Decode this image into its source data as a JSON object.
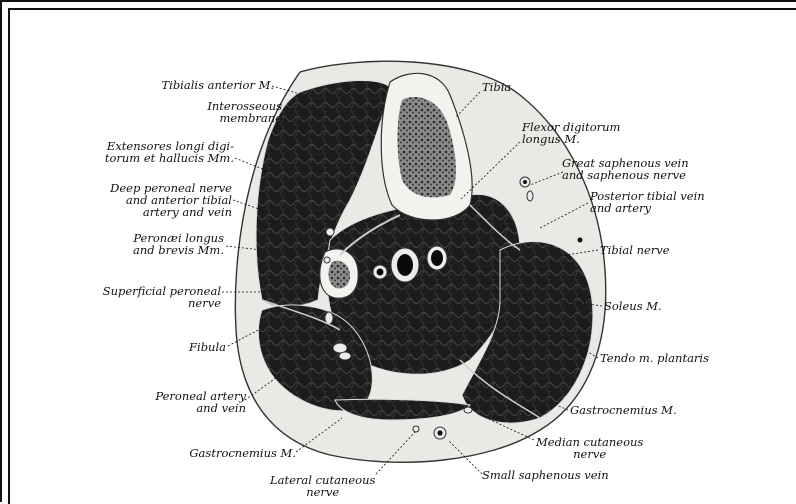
{
  "labels": {
    "tibialis_anterior": "Tibialis anterior M.",
    "interosseous_1": "Interosseous",
    "interosseous_2": "membrane",
    "extensores_1": "Extensores longi digi-",
    "extensores_2": "torum et hallucis Mm.",
    "deep_peroneal_1": "Deep peroneal nerve",
    "deep_peroneal_2": "and anterior tibial",
    "deep_peroneal_3": "artery and vein",
    "peronaei_1": "Peronæi longus",
    "peronaei_2": "and brevis Mm.",
    "superficial_peroneal_1": "Superficial peroneal",
    "superficial_peroneal_2": "nerve",
    "fibula": "Fibula",
    "peroneal_artery_1": "Peroneal artery",
    "peroneal_artery_2": "and vein",
    "gastrocnemius_left": "Gastrocnemius M.",
    "lateral_cutaneous_1": "Lateral cutaneous",
    "lateral_cutaneous_2": "nerve",
    "tibia": "Tibia",
    "flexor_digitorum_1": "Flexor digitorum",
    "flexor_digitorum_2": "longus M.",
    "great_saphenous_1": "Great saphenous vein",
    "great_saphenous_2": "and saphenous nerve",
    "posterior_tibial_1": "Posterior tibial vein",
    "posterior_tibial_2": "and artery",
    "tibial_nerve": "Tibial nerve",
    "soleus": "Soleus M.",
    "tendo_plantaris": "Tendo m. plantaris",
    "gastrocnemius_right": "Gastrocnemius M.",
    "median_cutaneous_1": "Median cutaneous",
    "median_cutaneous_2": "nerve",
    "small_saphenous": "Small saphenous vein"
  },
  "colors": {
    "muscle": "#1a1a1a",
    "skin": "#e9e9e6",
    "bone": "#f2f2ee",
    "marrow": "#3a3a3a",
    "septum": "#cfcfcf",
    "ink": "#111111"
  }
}
